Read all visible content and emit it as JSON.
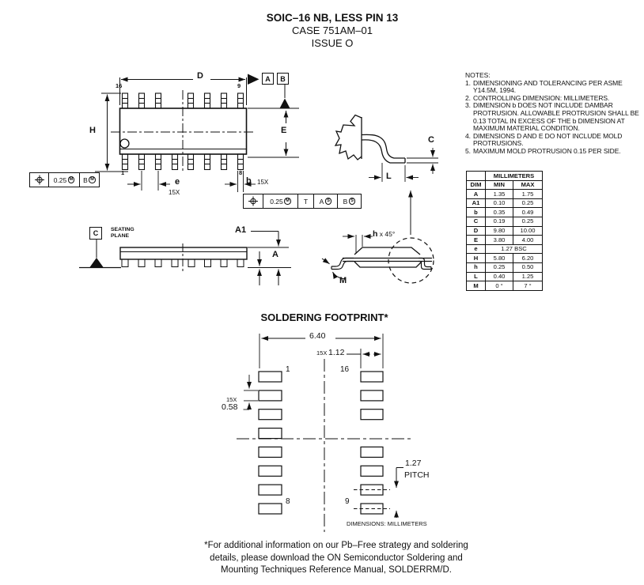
{
  "header": {
    "title": "SOIC–16 NB, LESS PIN 13",
    "case_line": "CASE 751AM–01",
    "issue_line": "ISSUE O"
  },
  "notes": {
    "heading": "NOTES:",
    "lines": [
      {
        "n": "1.",
        "t": "DIMENSIONING AND TOLERANCING PER ASME"
      },
      {
        "n": "",
        "t": "Y14.5M, 1994."
      },
      {
        "n": "2.",
        "t": "CONTROLLING DIMENSION: MILLIMETERS."
      },
      {
        "n": "3.",
        "t": "DIMENSION b DOES NOT INCLUDE DAMBAR"
      },
      {
        "n": "",
        "t": "PROTRUSION. ALLOWABLE PROTRUSION SHALL BE"
      },
      {
        "n": "",
        "t": "0.13 TOTAL IN EXCESS OF THE b DIMENSION AT"
      },
      {
        "n": "",
        "t": "MAXIMUM MATERIAL CONDITION."
      },
      {
        "n": "4.",
        "t": "DIMENSIONS D AND E DO NOT INCLUDE MOLD"
      },
      {
        "n": "",
        "t": "PROTRUSIONS."
      },
      {
        "n": "5.",
        "t": "MAXIMUM MOLD PROTRUSION 0.15 PER SIDE."
      }
    ]
  },
  "dim_table": {
    "units_header": "MILLIMETERS",
    "col_dim": "DIM",
    "col_min": "MIN",
    "col_max": "MAX",
    "rows": [
      {
        "dim": "A",
        "min": "1.35",
        "max": "1.75"
      },
      {
        "dim": "A1",
        "min": "0.10",
        "max": "0.25"
      },
      {
        "dim": "b",
        "min": "0.35",
        "max": "0.49"
      },
      {
        "dim": "C",
        "min": "0.19",
        "max": "0.25"
      },
      {
        "dim": "D",
        "min": "9.80",
        "max": "10.00"
      },
      {
        "dim": "E",
        "min": "3.80",
        "max": "4.00"
      },
      {
        "dim": "e",
        "span": "1.27 BSC"
      },
      {
        "dim": "H",
        "min": "5.80",
        "max": "6.20"
      },
      {
        "dim": "h",
        "min": "0.25",
        "max": "0.50"
      },
      {
        "dim": "L",
        "min": "0.40",
        "max": "1.25"
      },
      {
        "dim": "M",
        "min": "0 °",
        "max": "7 °"
      }
    ]
  },
  "top_view": {
    "dim_d": "D",
    "dim_h": "H",
    "dim_e_side": "E",
    "dim_e": "e",
    "dim_e_count": "15X",
    "dim_b": "b",
    "dim_b_count": "15X",
    "pin_16": "16",
    "pin_9": "9",
    "pin_1": "1",
    "pin_8": "8",
    "datum_a": "A",
    "datum_b": "B",
    "fcf1": {
      "tolerance": "0.25",
      "tol_mod": "M",
      "datum": "B",
      "datum_mod": "M"
    },
    "fcf2": {
      "tolerance": "0.25",
      "tol_mod": "M",
      "datum1": "T",
      "datum2": "A",
      "datum2_mod": "S",
      "datum3": "B",
      "datum3_mod": "S"
    }
  },
  "side_view": {
    "datum_c": "C",
    "seating_line1": "SEATING",
    "seating_line2": "PLANE",
    "dim_a1": "A1",
    "dim_a": "A"
  },
  "detail_view": {
    "dim_c": "C",
    "dim_l": "L"
  },
  "end_view": {
    "dim_h": "h",
    "dim_h_angle": "x 45°",
    "dim_m": "M"
  },
  "footprint": {
    "title": "SOLDERING FOOTPRINT*",
    "dim_width": "6.40",
    "pad_w_count": "15X",
    "pad_w": "1.12",
    "pad_h_count": "15X",
    "pad_h": "0.58",
    "pin_1": "1",
    "pin_16": "16",
    "pin_8": "8",
    "pin_9": "9",
    "pitch_value": "1.27",
    "pitch_label": "PITCH",
    "units_note": "DIMENSIONS: MILLIMETERS"
  },
  "footer": {
    "line1": "*For additional information on our Pb–Free strategy and soldering",
    "line2": "details, please download the ON Semiconductor Soldering and",
    "line3": "Mounting Techniques Reference Manual, SOLDERRM/D."
  }
}
